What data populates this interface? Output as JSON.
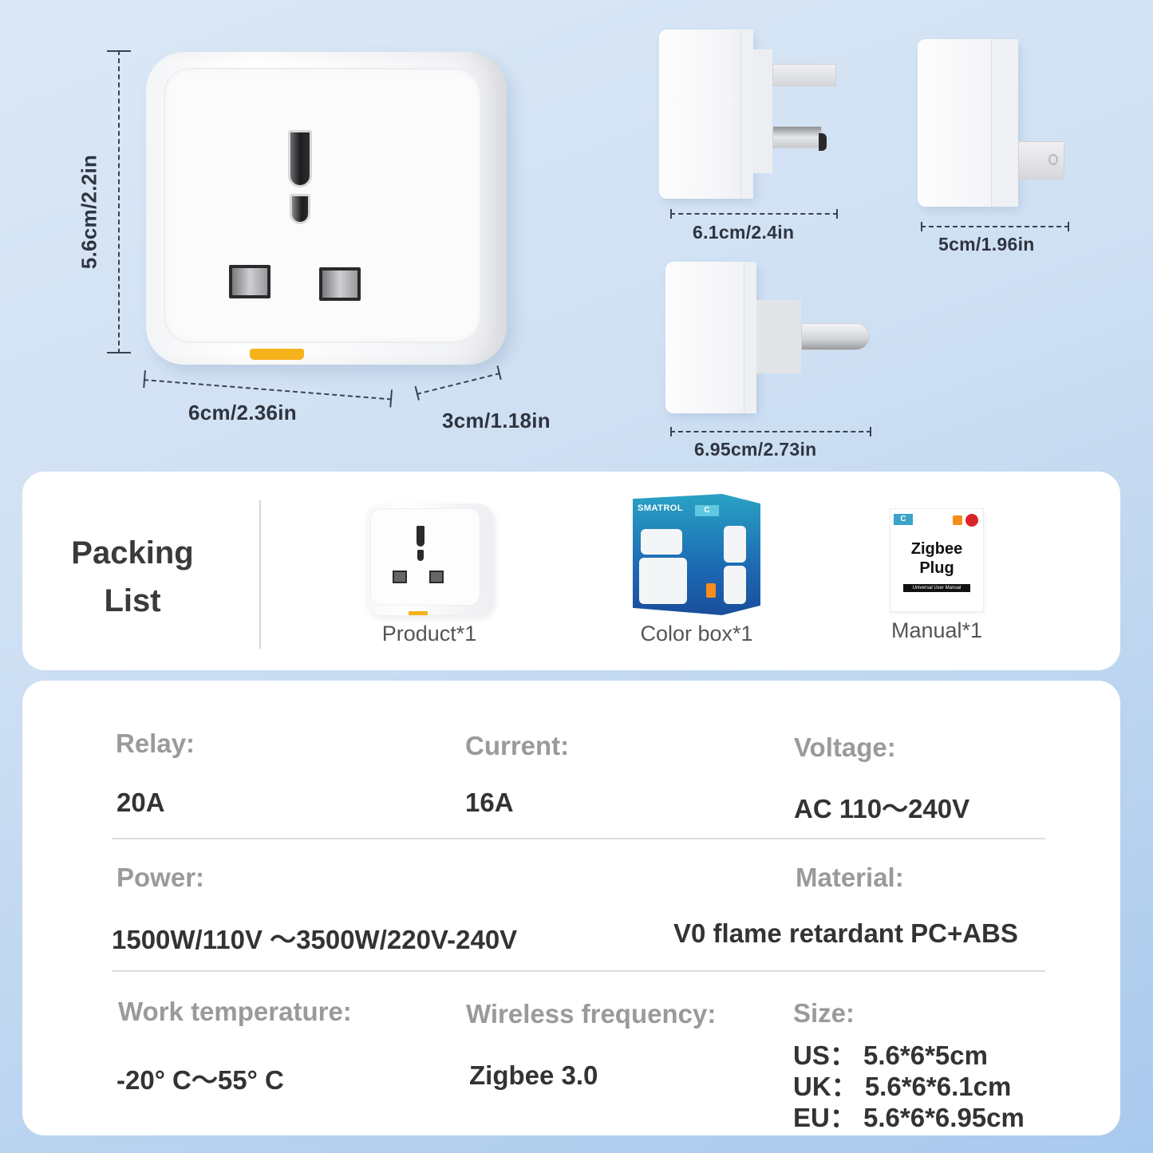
{
  "dimensions": {
    "front_height": "5.6cm/2.2in",
    "front_width": "6cm/2.36in",
    "depth": "3cm/1.18in",
    "uk_length": "6.1cm/2.4in",
    "us_length": "5cm/1.96in",
    "eu_length": "6.95cm/2.73in"
  },
  "packing_list": {
    "title_line1": "Packing",
    "title_line2": "List",
    "items": [
      {
        "label": "Product*1",
        "icon": "smart-plug-image"
      },
      {
        "label": "Color box*1",
        "icon": "color-box-image",
        "brand": "SMATROL",
        "badge": "C"
      },
      {
        "label": "Manual*1",
        "icon": "manual-image",
        "title_line1": "Zigbee",
        "title_line2": "Plug",
        "subtitle": "Universal User Manual",
        "logo": "C"
      }
    ]
  },
  "specs": {
    "relay": {
      "label": "Relay:",
      "value": "20A"
    },
    "current": {
      "label": "Current:",
      "value": "16A"
    },
    "voltage": {
      "label": "Voltage:",
      "value": "AC 110～240V"
    },
    "power": {
      "label": "Power:",
      "value": "1500W/110V ～3500W/220V-240V"
    },
    "material": {
      "label": "Material:",
      "value": "V0 flame retardant PC+ABS"
    },
    "work_temperature": {
      "label": "Work temperature:",
      "value": "-20° C～55° C"
    },
    "wireless_frequency": {
      "label": "Wireless frequency:",
      "value": "Zigbee 3.0"
    },
    "size": {
      "label": "Size:",
      "lines": [
        "US：  5.6*6*5cm",
        "UK：  5.6*6*6.1cm",
        "EU：  5.6*6*6.95cm"
      ]
    }
  },
  "colors": {
    "led_accent": "#f5b21a",
    "background_top": "#dbe8f6",
    "background_bottom": "#a9c9ee",
    "label_gray": "#9a9a9a",
    "value_dark": "#333333"
  }
}
